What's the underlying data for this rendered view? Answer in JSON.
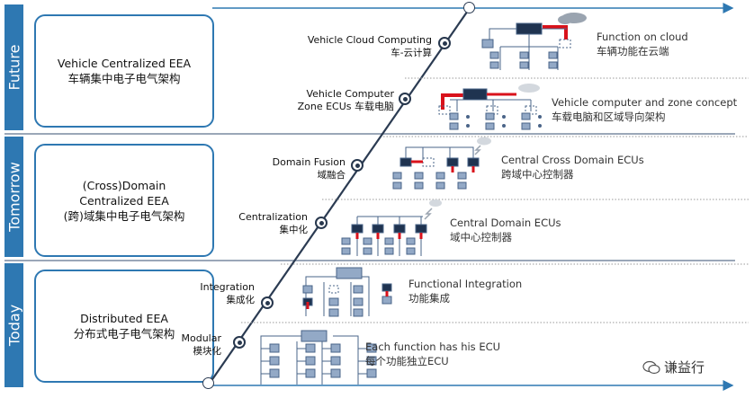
{
  "eras": [
    {
      "id": "future",
      "label": "Future",
      "title": "Vehicle Centralized EEA",
      "subtitle": "车辆集中电子电气架构"
    },
    {
      "id": "tomorrow",
      "label": "Tomorrow",
      "title_lines": [
        "(Cross)Domain",
        "Centralized EEA"
      ],
      "subtitle": "(跨)域集中电子电气架构"
    },
    {
      "id": "today",
      "label": "Today",
      "title": "Distributed EEA",
      "subtitle": "分布式电子电气架构"
    }
  ],
  "stages": [
    {
      "id": "modular",
      "en": "Modular",
      "zh": "模块化",
      "caption_en": "Each function has his ECU",
      "caption_zh": "每个功能独立ECU"
    },
    {
      "id": "integration",
      "en": "Integration",
      "zh": "集成化",
      "caption_en": "Functional Integration",
      "caption_zh": "功能集成"
    },
    {
      "id": "centralization",
      "en": "Centralization",
      "zh": "集中化",
      "caption_en": "Central Domain ECUs",
      "caption_zh": "域中心控制器"
    },
    {
      "id": "domain-fusion",
      "en": "Domain Fusion",
      "zh": "域融合",
      "caption_en": "Central Cross Domain ECUs",
      "caption_zh": "跨域中心控制器"
    },
    {
      "id": "vehicle-computer",
      "en_lines": [
        "Vehicle Computer",
        "Zone ECUs 车载电脑"
      ],
      "caption_en": "Vehicle computer and zone concept",
      "caption_zh": "车载电脑和区域导向架构"
    },
    {
      "id": "vehicle-cloud",
      "en": "Vehicle Cloud Computing",
      "zh": "车-云计算",
      "caption_en": "Function on cloud",
      "caption_zh": "车辆功能在云端"
    }
  ],
  "colors": {
    "era_blue": "#2e78b2",
    "box_fill": "#93a9c6",
    "box_border": "#4a6488",
    "dark_box": "#1f3350",
    "highlight_red": "#d9121b",
    "cloud_grey": "#9aa4b0",
    "line_dark": "#2b3b52"
  },
  "watermark": {
    "icon": "wechat-icon",
    "text": "谦益行"
  }
}
